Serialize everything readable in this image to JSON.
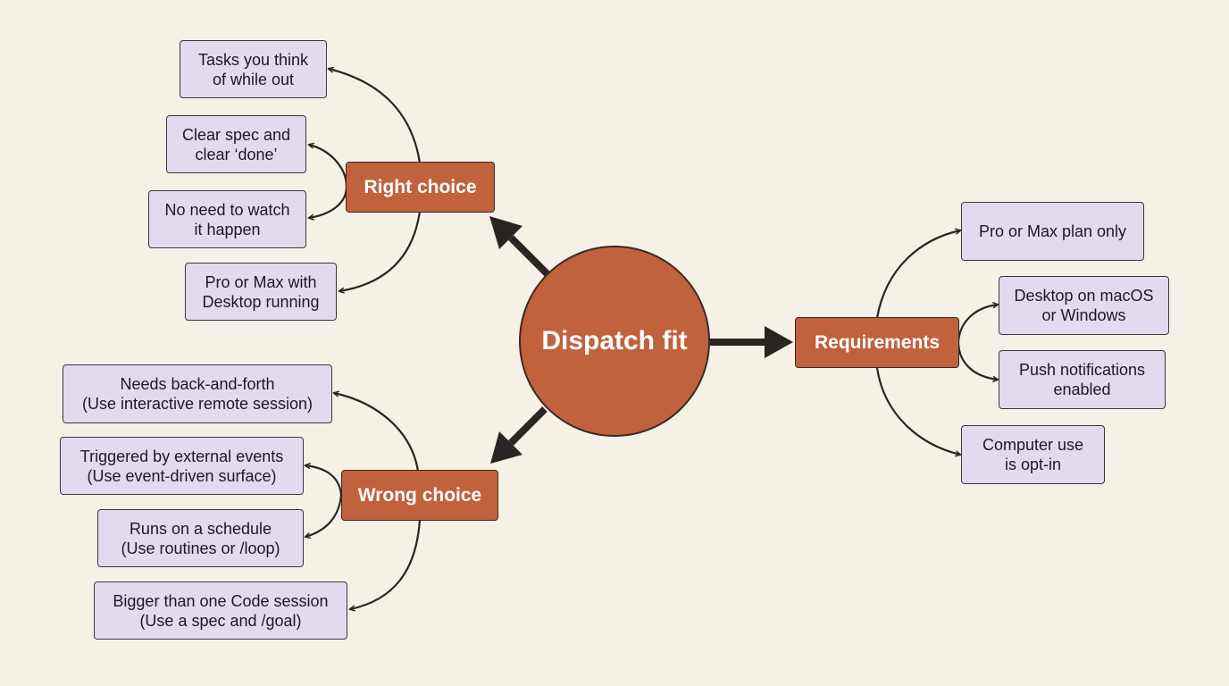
{
  "colors": {
    "background": "#f5f1e6",
    "hub_fill": "#c0623d",
    "branch_fill": "#c0623d",
    "leaf_fill": "#e4daee",
    "line": "#2a2522"
  },
  "hub": {
    "label": "Dispatch fit"
  },
  "branches": {
    "right_choice": {
      "label": "Right choice",
      "items": [
        {
          "line1": "Tasks you think",
          "line2": "of while out"
        },
        {
          "line1": "Clear spec and",
          "line2": "clear ‘done’"
        },
        {
          "line1": "No need to watch",
          "line2": "it happen"
        },
        {
          "line1": "Pro or Max with",
          "line2": "Desktop running"
        }
      ]
    },
    "wrong_choice": {
      "label": "Wrong choice",
      "items": [
        {
          "line1": "Needs back-and-forth",
          "line2": "(Use interactive remote session)"
        },
        {
          "line1": "Triggered by external events",
          "line2": "(Use event-driven surface)"
        },
        {
          "line1": "Runs on a schedule",
          "line2": "(Use routines or /loop)"
        },
        {
          "line1": "Bigger than one Code session",
          "line2": "(Use a spec and /goal)"
        }
      ]
    },
    "requirements": {
      "label": "Requirements",
      "items": [
        {
          "line1": "Pro or Max plan only",
          "line2": ""
        },
        {
          "line1": "Desktop on macOS",
          "line2": "or Windows"
        },
        {
          "line1": "Push notifications",
          "line2": "enabled"
        },
        {
          "line1": "Computer use",
          "line2": "is opt-in"
        }
      ]
    }
  }
}
